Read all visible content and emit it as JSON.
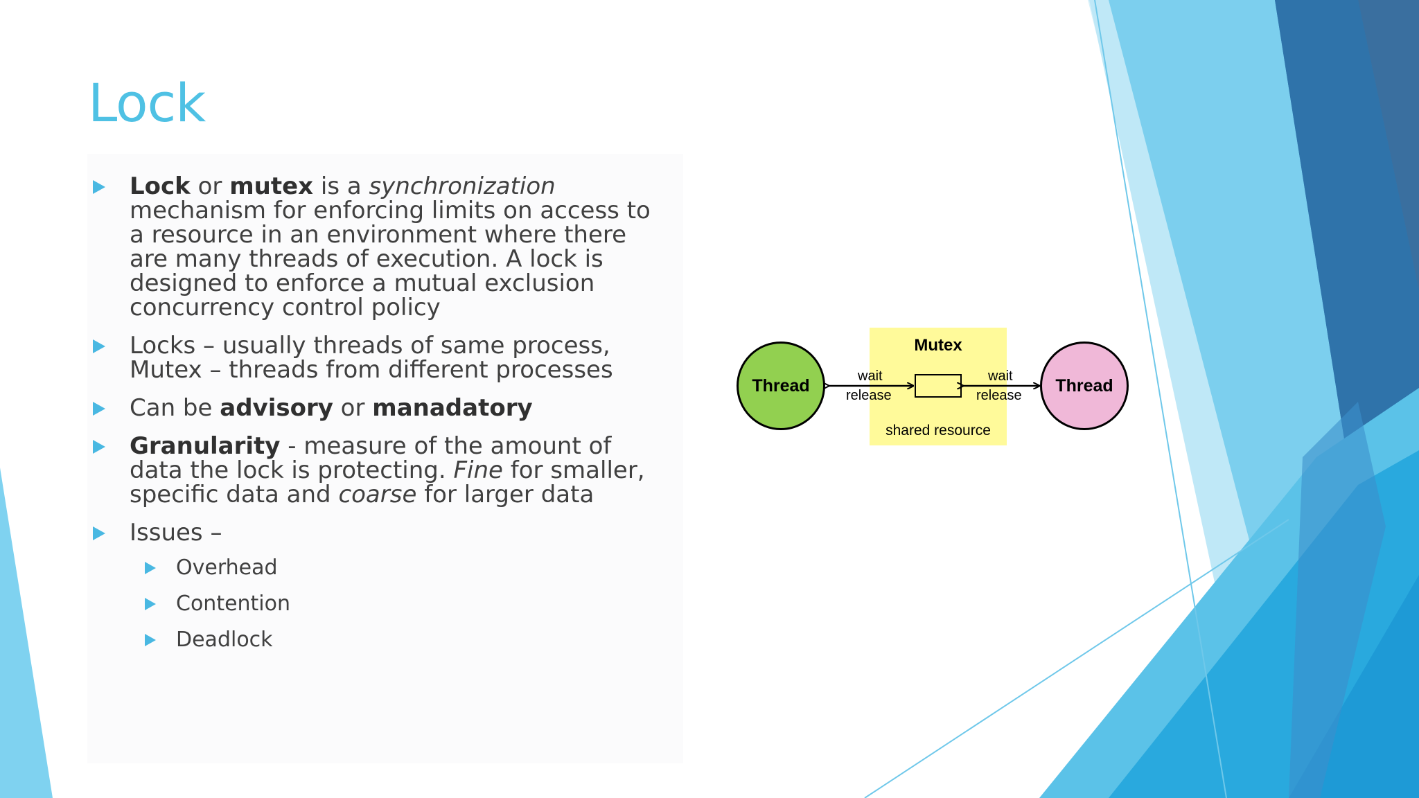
{
  "slide": {
    "title": "Lock",
    "accent_color": "#4FC1E4",
    "bullets": {
      "b1": {
        "t1": "Lock",
        "t2": " or ",
        "t3": "mutex",
        "t4": " is a ",
        "t5": "synchronization",
        "t6": " mechanism for enforcing limits on access to a resource in an environment where there are many threads of execution. A lock is designed to enforce a mutual exclusion concurrency control policy"
      },
      "b2": {
        "line1": "Locks – usually threads of same process,",
        "line2": "Mutex – threads from different processes"
      },
      "b3": {
        "t1": "Can be ",
        "t2": "advisory",
        "t3": " or ",
        "t4": "manadatory"
      },
      "b4": {
        "t1": "Granularity",
        "t2": "  - measure of the amount of data the lock is protecting. ",
        "t3": "Fine",
        "t4": " for smaller, specific data and ",
        "t5": "coarse",
        "t6": " for larger data"
      },
      "b5": {
        "label": "Issues –",
        "items": [
          "Overhead",
          "Contention",
          "Deadlock"
        ]
      }
    },
    "diagram": {
      "mutex_title": "Mutex",
      "shared_resource": "shared resource",
      "thread_left": "Thread",
      "thread_right": "Thread",
      "left_wait": "wait",
      "left_release": "release",
      "right_wait": "wait",
      "right_release": "release",
      "colors": {
        "mutex_fill": "#FFFA9A",
        "thread_left_fill": "#92D050",
        "thread_right_fill": "#F0B8D8"
      }
    }
  }
}
